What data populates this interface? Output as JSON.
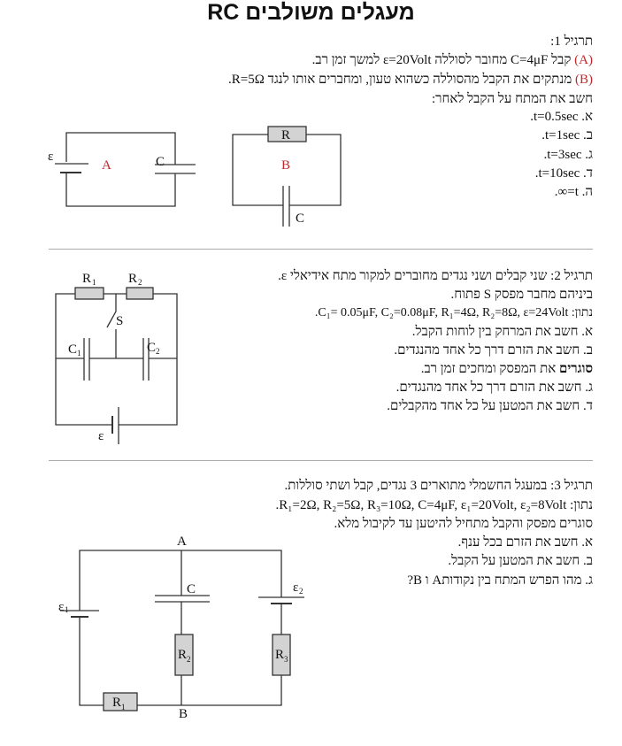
{
  "title": "מעגלים משולבים RC",
  "ex1": {
    "heading": "תרגיל 1:",
    "lineA_tag": "(A)",
    "lineA": "קבל C=4μF מחובר לסוללה ε=20Volt למשך זמן רב.",
    "lineB_tag": "(B)",
    "lineB": "מנתקים את הקבל מהסוללה כשהוא טעון, ומחברים אותו לנגד R=5Ω.",
    "question": "חשב את המתח על הקבל לאחר:",
    "items": [
      "א. t=0.5sec.",
      "ב. t=1sec.",
      "ג. t=3sec.",
      "ד. t=10sec.",
      "ה. t=∞."
    ],
    "circuitA": {
      "eps": "ε",
      "label": "A",
      "cap": "C"
    },
    "circuitB": {
      "res": "R",
      "label": "B",
      "cap": "C"
    }
  },
  "ex2": {
    "lines": [
      "תרגיל 2: שני קבלים ושני נגדים מחוברים למקור מתח אידיאלי ε.",
      "ביניהם מחבר מפסק S פתוח.",
      "נתון: C₁= 0.05μF, C₂=0.08μF, R₁=4Ω, R₂=8Ω,  ε=24Volt.",
      "א. חשב את המרחק בין לוחות הקבל.",
      "ב. חשב את הזרם דרך כל אחד מהנגדים."
    ],
    "close_bold": "סוגרים",
    "close_rest": " את המפסק ומחכים זמן רב.",
    "lines2": [
      "ג. חשב את הזרם דרך כל אחד מהנגדים.",
      "ד. חשב את המטען על כל אחד מהקבלים."
    ],
    "circuit": {
      "R": "R",
      "C": "C",
      "sub1": "1",
      "sub2": "2",
      "switch": "S",
      "eps": "ε"
    }
  },
  "ex3": {
    "lines": [
      "תרגיל 3: במעגל החשמלי מתוארים 3 נגדים, קבל ושתי סוללות.",
      "נתון: R₁=2Ω, R₂=5Ω, R₃=10Ω, C=4μF, ε₁=20Volt, ε₂=8Volt.",
      "סוגרים מפסק והקבל מתחיל להיטען עד לקיבול מלא.",
      "א. חשב את הזרם בכל ענף.",
      "ב. חשב את המטען על הקבל.",
      "ג. מהו הפרש המתח בין נקודותA ו B?"
    ],
    "circuit": {
      "A": "A",
      "B": "B",
      "C": "C",
      "R": "R",
      "eps": "ε",
      "s1": "1",
      "s2": "2",
      "s3": "3"
    }
  }
}
